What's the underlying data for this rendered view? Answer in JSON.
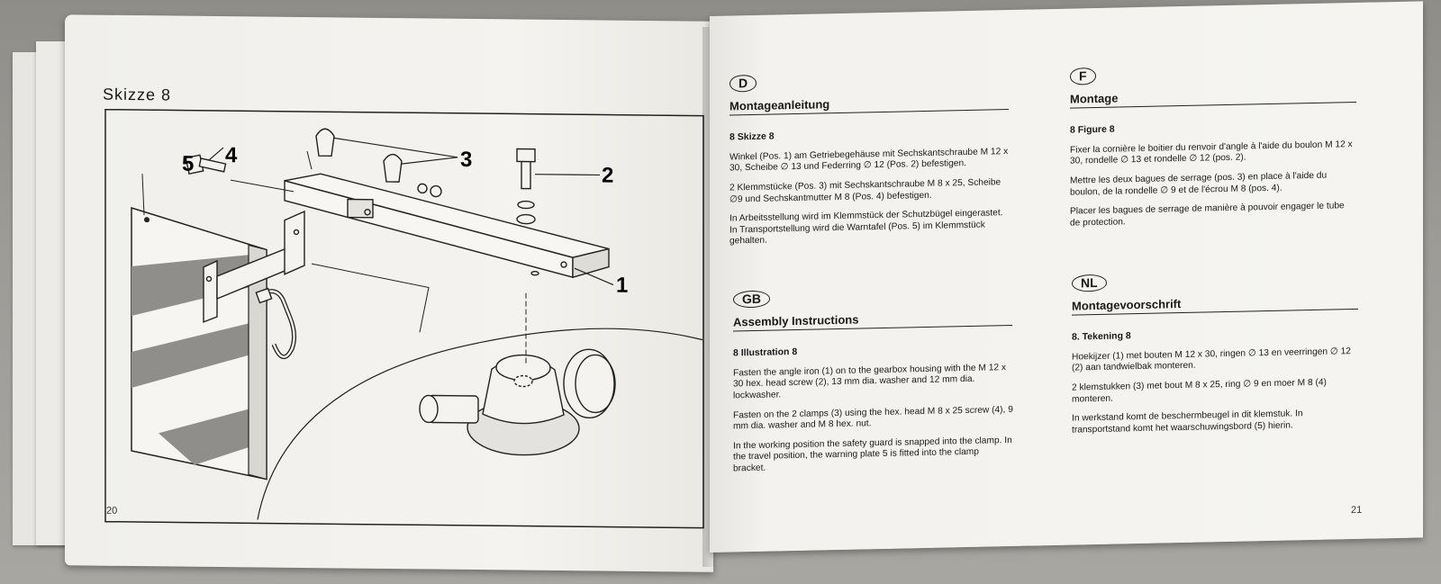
{
  "left_page": {
    "sketch_title": "Skizze 8",
    "callouts": [
      "1",
      "2",
      "3",
      "4",
      "5"
    ],
    "page_number": "20"
  },
  "right_page": {
    "page_number": "21",
    "d": {
      "badge": "D",
      "heading": "Montageanleitung",
      "subheading": "8 Skizze 8",
      "paragraphs": [
        "Winkel (Pos. 1) am Getriebegehäuse mit Sechskantschraube M 12 x 30, Scheibe ∅ 13 und Federring ∅ 12 (Pos. 2) befestigen.",
        "2 Klemmstücke (Pos. 3) mit Sechskantschraube M 8 x 25, Scheibe ∅9 und Sechskantmutter M 8 (Pos. 4) befestigen.",
        "In Arbeitsstellung wird im Klemmstück der Schutzbügel eingerastet. In Transportstellung wird die Warntafel (Pos. 5) im Klemmstück gehalten."
      ]
    },
    "gb": {
      "badge": "GB",
      "heading": "Assembly Instructions",
      "subheading": "8 Illustration 8",
      "paragraphs": [
        "Fasten the angle iron (1) on to the gearbox housing with the M 12 x 30 hex. head screw (2), 13 mm dia. washer and 12 mm dia. lockwasher.",
        "Fasten on the 2 clamps (3) using the hex. head M 8 x 25 screw (4), 9 mm dia. washer and M 8 hex. nut.",
        "In the working position the safety guard is snapped into the clamp. In the travel position, the warning plate 5 is fitted into the clamp bracket."
      ]
    },
    "f": {
      "badge": "F",
      "heading": "Montage",
      "subheading": "8 Figure 8",
      "paragraphs": [
        "Fixer la cornière le boitier du renvoir d'angle à l'aide du boulon M 12 x 30, rondelle ∅ 13 et rondelle ∅ 12 (pos. 2).",
        "Mettre les deux bagues de serrage (pos. 3) en place à l'aide du boulon, de la rondelle ∅ 9 et de l'écrou M 8 (pos. 4).",
        "Placer les bagues de serrage de manière à pouvoir engager le tube de protection."
      ]
    },
    "nl": {
      "badge": "NL",
      "heading": "Montagevoorschrift",
      "subheading": "8. Tekening 8",
      "paragraphs": [
        "Hoekijzer (1) met bouten M 12 x 30, ringen ∅ 13 en veerringen ∅ 12 (2) aan tandwielbak monteren.",
        "2 klemstukken (3) met bout M 8 x 25, ring ∅ 9 en moer M 8 (4) monteren.",
        "In werkstand komt de beschermbeugel in dit klemstuk. In transportstand komt het waarschuwingsbord (5) hierin."
      ]
    }
  }
}
